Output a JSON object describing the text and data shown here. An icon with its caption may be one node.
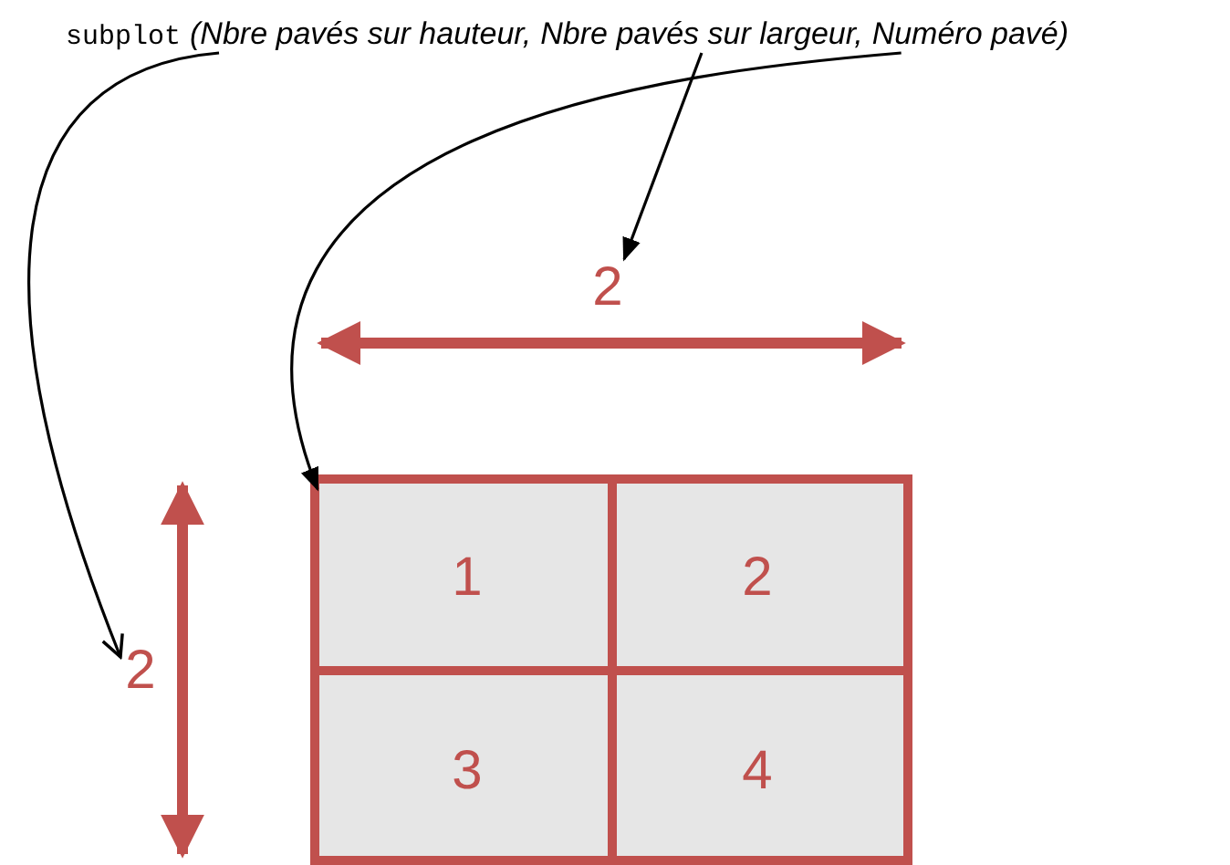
{
  "diagram": {
    "nodes": [
      {
        "text": [
          "(Nbre pavés sur hauteur,"
        ]
      },
      {
        "text": [
          "Nbre pavés sur largeur,"
        ]
      },
      {
        "text": [
          "Numéro pavé)"
        ]
      },
      {
        "text": [
          "2"
        ]
      },
      {
        "text": [
          "2"
        ]
      },
      {
        "text": [],
        "shape": "box"
      },
      {
        "text": [
          "1"
        ],
        "in": 5
      },
      {
        "text": [
          "2"
        ],
        "in": 5
      },
      {
        "text": [
          "3"
        ],
        "in": 5
      },
      {
        "text": [
          "4"
        ],
        "in": 5
      }
    ],
    "edges": [
      {
        "from": 0,
        "to": 4,
        "arrow": "to"
      },
      {
        "from": 1,
        "to": 3,
        "arrow": "to"
      },
      {
        "from": 2,
        "to": 5,
        "arrow": "to"
      }
    ],
    "labels": [
      "subplot"
    ]
  }
}
